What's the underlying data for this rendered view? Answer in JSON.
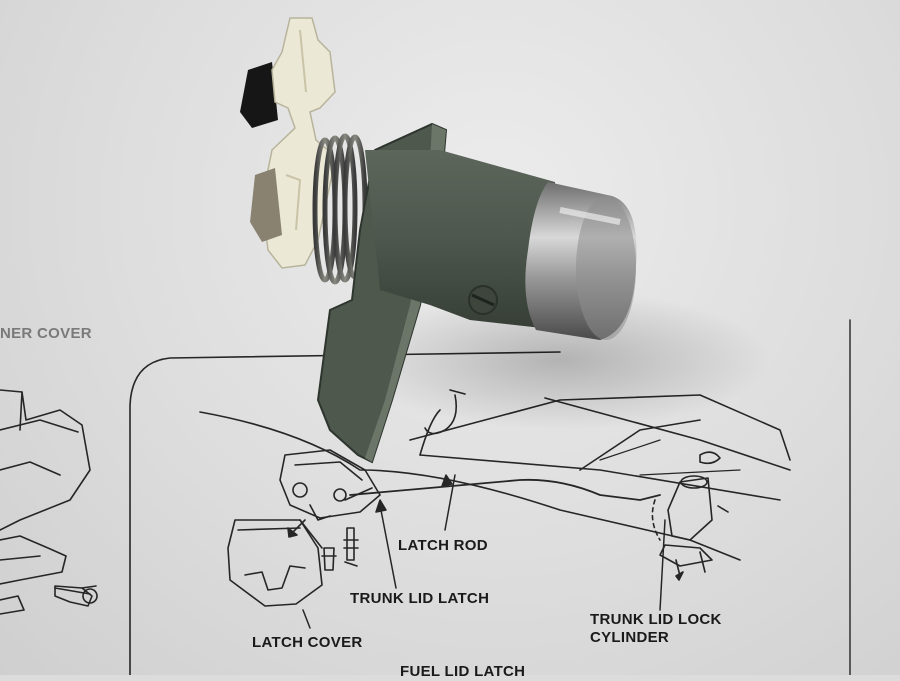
{
  "diagram": {
    "labels": {
      "inner_cover": "NER COVER",
      "latch_rod": "LATCH ROD",
      "trunk_lid_latch": "TRUNK LID LATCH",
      "latch_cover": "LATCH COVER",
      "trunk_lid_lock_cylinder": "TRUNK LID LOCK\nCYLINDER",
      "fuel_lid_latch": "FUEL LID LATCH"
    }
  },
  "colors": {
    "paper": "#dcdcdc",
    "ink": "#1a1a1a",
    "metal_body": "#4f5a4f",
    "white_plastic": "#ececdc",
    "chrome": "#9a9a9a"
  }
}
